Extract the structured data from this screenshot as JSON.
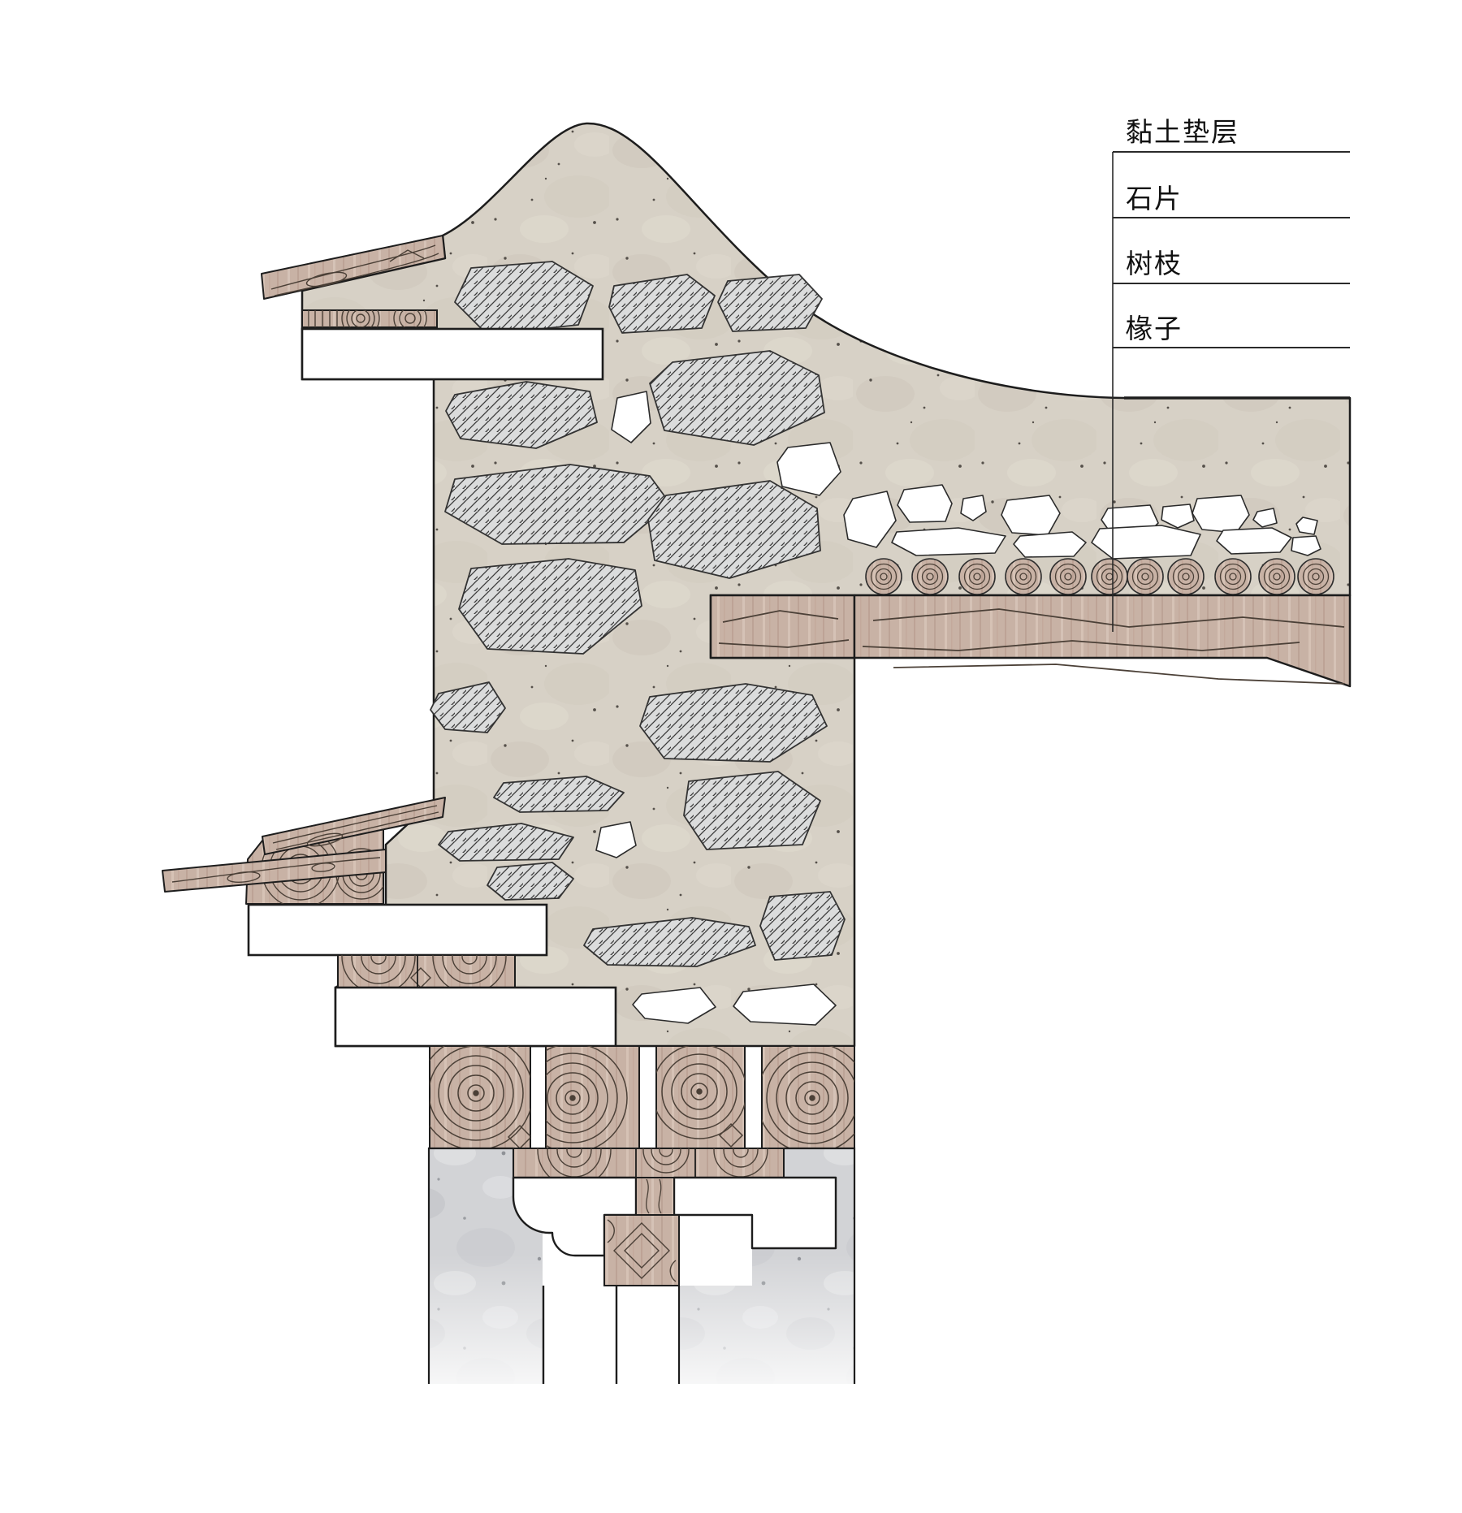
{
  "legend": {
    "labels": [
      {
        "id": "clay-bedding",
        "text": "黏土垫层"
      },
      {
        "id": "stone-flakes",
        "text": "石片"
      },
      {
        "id": "branches",
        "text": "树枝"
      },
      {
        "id": "rafters",
        "text": "椽子"
      }
    ]
  },
  "colors": {
    "background": "#ffffff",
    "outline": "#1d1d1d",
    "earth_fill": "#d7d1c6",
    "earth_speckle": "#55504a",
    "stone_fill": "#dbdcdc",
    "stone_hatch": "#333333",
    "wood_fill": "#c8b2a5",
    "wood_grain": "#4b4037",
    "concrete_fill": "#d2d3d6",
    "label_text": "#111111"
  },
  "drawing": {
    "kind": "architectural wall-roof construction detail section",
    "elements": [
      "clay mound body",
      "hatched stone blocks",
      "white stone flakes layer",
      "branch log ends row",
      "timber purlin beam",
      "eave boards",
      "log wall course",
      "corbel molding",
      "timber column",
      "stone footing"
    ]
  }
}
